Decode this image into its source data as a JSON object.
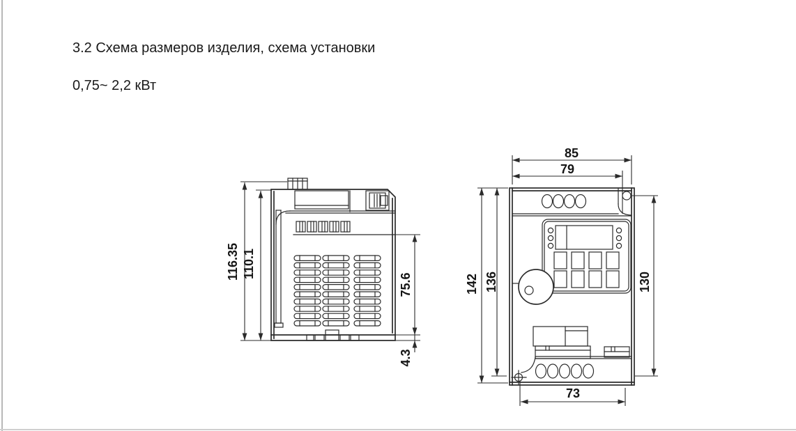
{
  "page": {
    "section_title": "3.2 Схема размеров изделия, схема установки",
    "power_range": "0,75~ 2,2 кВт"
  },
  "side_view": {
    "dims": {
      "overall_depth": "116.35",
      "body_depth": "110.1",
      "vent_section_depth": "75.6",
      "base_depth": "4.3"
    }
  },
  "front_view": {
    "dims": {
      "overall_width": "85",
      "inner_width": "79",
      "overall_height": "142",
      "inner_height": "136",
      "mount_spacing_vertical": "130",
      "mount_spacing_horizontal": "73"
    }
  },
  "colors": {
    "line": "#2b2b2b",
    "text": "#1a1a1a",
    "page_edge": "#b8b8b8",
    "background": "#ffffff"
  }
}
